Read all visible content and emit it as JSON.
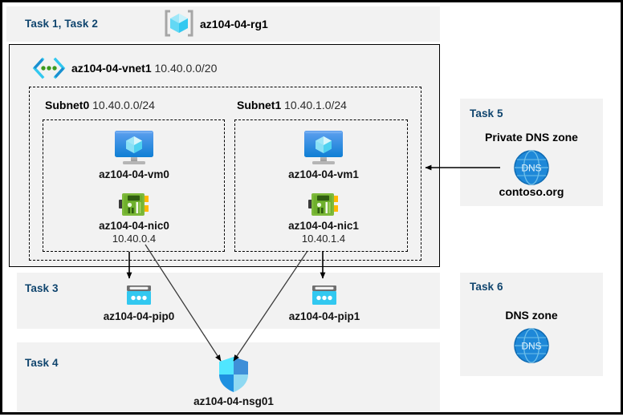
{
  "diagram": {
    "title_label": "Task 1, Task 2",
    "resource_group": {
      "name": "az104-04-rg1",
      "icon": "resource-group-icon"
    },
    "vnet": {
      "name": "az104-04-vnet1",
      "cidr": "10.40.0.0/20",
      "icon": "virtual-network-icon"
    },
    "subnets": [
      {
        "name": "Subnet0",
        "cidr": "10.40.0.0/24",
        "vm": {
          "name": "az104-04-vm0",
          "icon": "virtual-machine-icon"
        },
        "nic": {
          "name": "az104-04-nic0",
          "ip": "10.40.0.4",
          "icon": "network-interface-icon"
        }
      },
      {
        "name": "Subnet1",
        "cidr": "10.40.1.0/24",
        "vm": {
          "name": "az104-04-vm1",
          "icon": "virtual-machine-icon"
        },
        "nic": {
          "name": "az104-04-nic1",
          "ip": "10.40.1.4",
          "icon": "network-interface-icon"
        }
      }
    ],
    "task3": {
      "label": "Task 3",
      "pips": [
        {
          "name": "az104-04-pip0",
          "icon": "public-ip-address-icon"
        },
        {
          "name": "az104-04-pip1",
          "icon": "public-ip-address-icon"
        }
      ]
    },
    "task4": {
      "label": "Task 4",
      "nsg": {
        "name": "az104-04-nsg01",
        "icon": "network-security-group-icon"
      }
    },
    "task5": {
      "label": "Task 5",
      "heading": "Private DNS zone",
      "zone_name": "contoso.org",
      "icon": "dns-zone-icon"
    },
    "task6": {
      "label": "Task 6",
      "heading": "DNS zone",
      "icon": "dns-zone-icon"
    },
    "colors": {
      "task_label": "#10456e",
      "panel_bg": "#f2f2f2",
      "azure_blue": "#0078d4",
      "cyan": "#32c8f0",
      "nic_green": "#59a01e"
    }
  }
}
